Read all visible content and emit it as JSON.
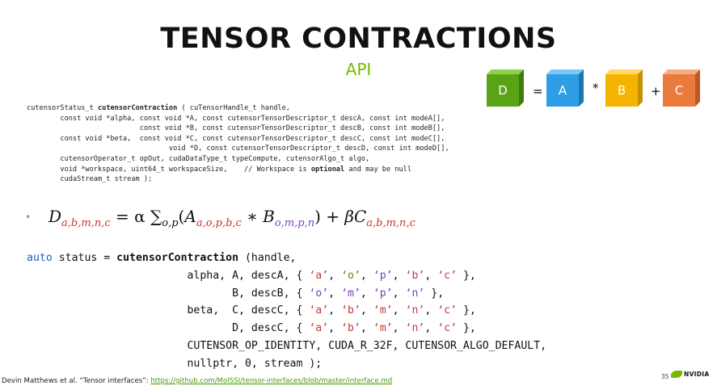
{
  "slide": {
    "title": "TENSOR CONTRACTIONS",
    "subtitle": "API",
    "page_number": "35",
    "logo_text": "NVIDIA"
  },
  "diagram": {
    "cubes": [
      {
        "label": "D",
        "color": "#5aa317",
        "top": "#8fd14f",
        "side": "#3f7a0c"
      },
      {
        "label": "A",
        "color": "#2e9ee6",
        "top": "#7cc7f5",
        "side": "#1d76b3"
      },
      {
        "label": "B",
        "color": "#f4b400",
        "top": "#ffd766",
        "side": "#c48f00"
      },
      {
        "label": "C",
        "color": "#ea7b3d",
        "top": "#f5ad85",
        "side": "#b95a24"
      }
    ],
    "ops": [
      "=",
      "*",
      "+"
    ]
  },
  "signature": {
    "line1_pre": "cutensorStatus_t ",
    "line1_fn": "cutensorContraction",
    "line1_post": " ( cuTensorHandle_t handle,",
    "line2": "        const void *alpha, const void *A, const cutensorTensorDescriptor_t descA, const int modeA[],",
    "line3": "                           const void *B, const cutensorTensorDescriptor_t descB, const int modeB[],",
    "line4": "        const void *beta,  const void *C, const cutensorTensorDescriptor_t descC, const int modeC[],",
    "line5": "                                  void *D, const cutensorTensorDescriptor_t descD, const int modeD[],",
    "line6": "        cutensorOperator_t opOut, cudaDataType_t typeCompute, cutensorAlgo_t algo,",
    "line7_pre": "        void *workspace, uint64_t workspaceSize,    // Workspace is ",
    "line7_bold": "optional",
    "line7_post": " and may be null",
    "line8": "        cudaStream_t stream );"
  },
  "equation": {
    "bullet": "•",
    "D": "D",
    "D_sub": "a,b,m,n,c",
    "eq": " = α ",
    "sum": "∑",
    "sum_sub": "o,p",
    "lparen": "(",
    "A": "A",
    "A_sub": "a,o,p,b,c",
    "star": " ∗ ",
    "B": "B",
    "B_sub": "o,m,p,n",
    "rparen": ") + ",
    "beta": "β",
    "C": "C",
    "C_sub": "a,b,m,n,c"
  },
  "code": {
    "kw_auto": "auto",
    "l1_mid": " status = ",
    "l1_fn": "cutensorContraction",
    "l1_post": " (handle,",
    "l2_pre": "                         alpha, A, descA, { ",
    "l2_tok": [
      "‘a’",
      "‘o’",
      "‘p’",
      "‘b’",
      "‘c’"
    ],
    "l3_pre": "                                B, descB, { ",
    "l3_tok": [
      "‘o’",
      "‘m’",
      "‘p’",
      "‘n’"
    ],
    "l4_pre": "                         beta,  C, descC, { ",
    "l4_tok": [
      "‘a’",
      "‘b’",
      "‘m’",
      "‘n’",
      "‘c’"
    ],
    "l5_pre": "                                D, descC, { ",
    "l5_tok": [
      "‘a’",
      "‘b’",
      "‘m’",
      "‘n’",
      "‘c’"
    ],
    "l6": "                         CUTENSOR_OP_IDENTITY, CUDA_R_32F, CUTENSOR_ALGO_DEFAULT,",
    "l7": "                         nullptr, 0, stream );"
  },
  "footer": {
    "text": "Devin Matthews et al. “Tensor interfaces”: ",
    "link": "https://github.com/MolSSI/tensor-interfaces/blob/master/interface.md"
  }
}
